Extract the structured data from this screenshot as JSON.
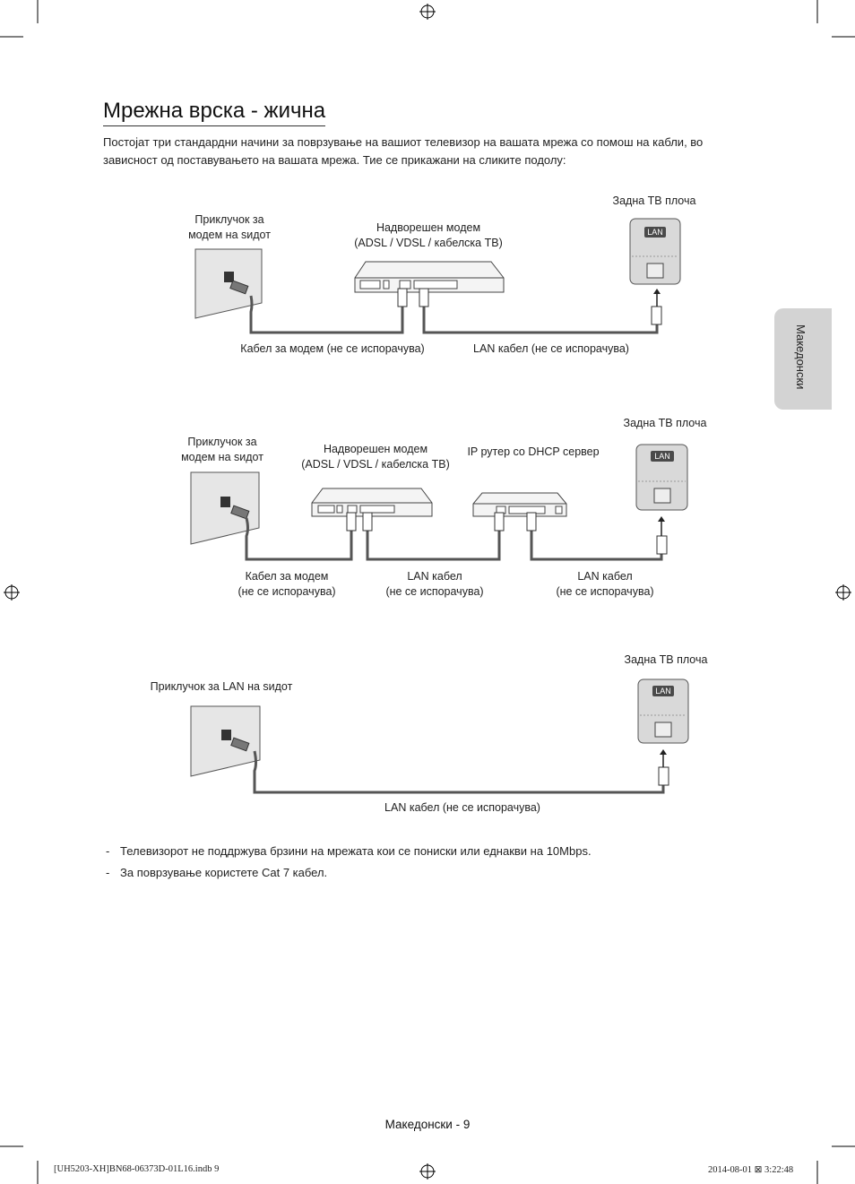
{
  "page": {
    "title": "Мрежна врска - жична",
    "intro": "Постојат три стандардни начини за поврзување на вашиот телевизор на вашата мрежа со помош на кабли, во зависност од поставувањето на вашата мрежа. Тие се прикажани на сликите подолу:",
    "side_tab": "Македонски",
    "footer": "Македонски - 9",
    "slug_left": "[UH5203-XH]BN68-06373D-01L16.indb   9",
    "slug_right": "2014-08-01   ⊠ 3:22:48"
  },
  "diagram1": {
    "wall_label_1": "Приклучок за",
    "wall_label_2": "модем на ѕидот",
    "modem_label_1": "Надворешен модем",
    "modem_label_2": "(ADSL / VDSL / кабелска ТВ)",
    "tv_label": "Задна ТВ плоча",
    "tv_port": "LAN",
    "cable_modem": "Кабел за модем (не се испорачува)",
    "cable_lan": "LAN кабел (не се испорачува)"
  },
  "diagram2": {
    "wall_label_1": "Приклучок за",
    "wall_label_2": "модем на ѕидот",
    "modem_label_1": "Надворешен модем",
    "modem_label_2": "(ADSL / VDSL / кабелска ТВ)",
    "router_label": "IP рутер со DHCP сервер",
    "tv_label": "Задна ТВ плоча",
    "tv_port": "LAN",
    "cable1_line1": "Кабел за модем",
    "cable1_line2": "(не се испорачува)",
    "cable2_line1": "LAN кабел",
    "cable2_line2": "(не се испорачува)",
    "cable3_line1": "LAN кабел",
    "cable3_line2": "(не се испорачува)"
  },
  "diagram3": {
    "wall_label": "Приклучок за LAN на ѕидот",
    "tv_label": "Задна ТВ плоча",
    "tv_port": "LAN",
    "cable_lan": "LAN кабел (не се испорачува)"
  },
  "notes": [
    {
      "dash": "-",
      "text": "Телевизорот не поддржува брзини на мрежата кои се пониски или еднакви на 10Mbps."
    },
    {
      "dash": "-",
      "text": "За поврзување користете Cat 7 кабел."
    }
  ],
  "colors": {
    "wall": "#e6e6e6",
    "tv_panel": "#d9d9d9",
    "lan_badge": "#4a4a4a",
    "side_tab": "#d3d3d3"
  }
}
